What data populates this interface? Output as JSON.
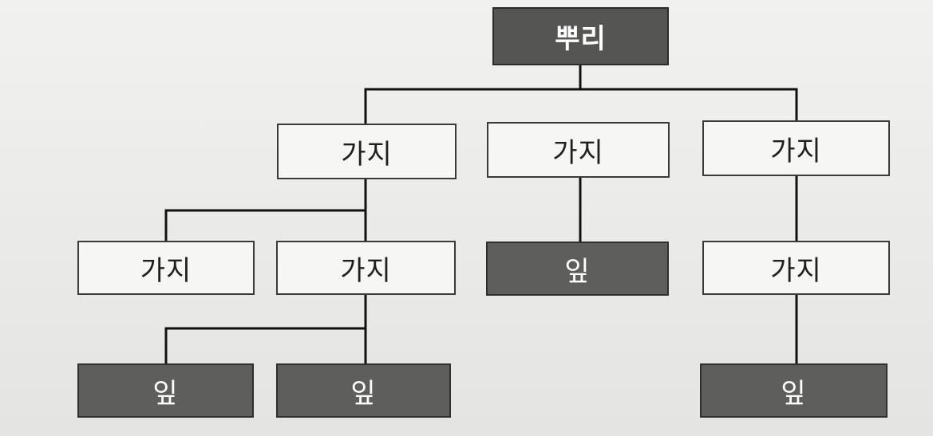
{
  "diagram": {
    "type": "tree",
    "root": {
      "label": "뿌리"
    },
    "level1": [
      {
        "label": "가지"
      },
      {
        "label": "가지"
      },
      {
        "label": "가지"
      }
    ],
    "level2": [
      {
        "label": "가지"
      },
      {
        "label": "가지"
      },
      {
        "label": "잎"
      },
      {
        "label": "가지"
      }
    ],
    "level3": [
      {
        "label": "잎"
      },
      {
        "label": "잎"
      },
      {
        "label": "잎"
      }
    ],
    "edges": [
      [
        "root",
        "branch-a"
      ],
      [
        "root",
        "branch-b"
      ],
      [
        "root",
        "branch-c"
      ],
      [
        "branch-a",
        "branch-a1"
      ],
      [
        "branch-a",
        "branch-a2"
      ],
      [
        "branch-b",
        "leaf-b"
      ],
      [
        "branch-c",
        "branch-c1"
      ],
      [
        "branch-a2",
        "leaf-a2-1"
      ],
      [
        "branch-a2",
        "leaf-a2-2"
      ],
      [
        "branch-c1",
        "leaf-c1"
      ]
    ]
  },
  "colors": {
    "root_fill": "#555553",
    "branch_fill": "#f6f6f5",
    "leaf_fill": "#5e5e5c",
    "line": "#111111"
  }
}
